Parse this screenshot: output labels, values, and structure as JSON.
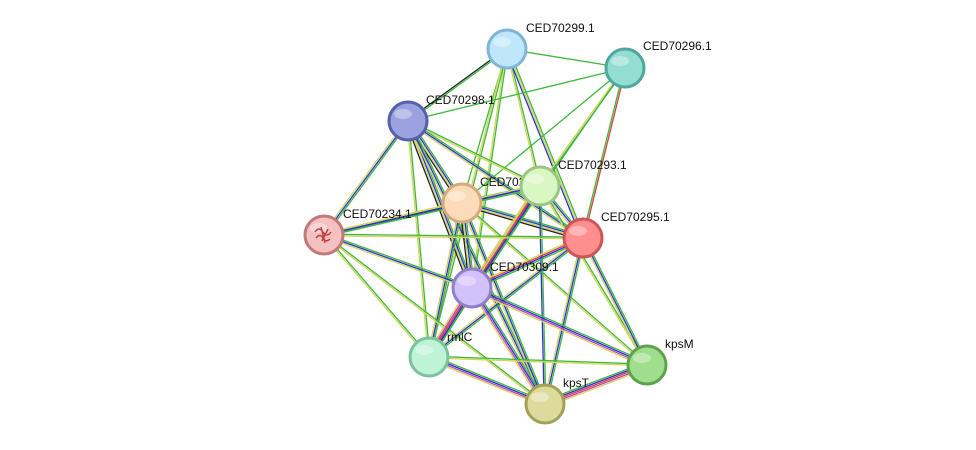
{
  "network": {
    "nodes": [
      {
        "id": "CED70299.1",
        "label": "CED70299.1",
        "color": "#bfe6fb",
        "stroke": "#7fb6d4"
      },
      {
        "id": "CED70296.1",
        "label": "CED70296.1",
        "color": "#93ddd3",
        "stroke": "#4ea89c"
      },
      {
        "id": "CED70298.1",
        "label": "CED70298.1",
        "color": "#9aa3e0",
        "stroke": "#5560a8"
      },
      {
        "id": "CED70293.1",
        "label": "CED70293.1",
        "color": "#d9f7c2",
        "stroke": "#9cc584"
      },
      {
        "id": "CED70297.1",
        "label": "CED70297.1",
        "color": "#fcdcb8",
        "stroke": "#d4aa7e"
      },
      {
        "id": "CED70234.1",
        "label": "CED70234.1",
        "color": "#f5c0c0",
        "stroke": "#c07a7a"
      },
      {
        "id": "CED70295.1",
        "label": "CED70295.1",
        "color": "#ff8f8f",
        "stroke": "#cc5555"
      },
      {
        "id": "CED70309.1",
        "label": "CED70309.1",
        "color": "#d3c1fb",
        "stroke": "#8f7fc8"
      },
      {
        "id": "rmlC",
        "label": "rmlC",
        "color": "#bff3d6",
        "stroke": "#7cc39c"
      },
      {
        "id": "kpsM",
        "label": "kpsM",
        "color": "#9ede8c",
        "stroke": "#5fa24e"
      },
      {
        "id": "kpsT",
        "label": "kpsT",
        "color": "#dcdb9b",
        "stroke": "#a3a157"
      }
    ],
    "edges": [
      {
        "source": "CED70299.1",
        "target": "CED70298.1",
        "colors": [
          "#3cb93c",
          "#222222"
        ]
      },
      {
        "source": "CED70299.1",
        "target": "CED70296.1",
        "colors": [
          "#3cb93c"
        ]
      },
      {
        "source": "CED70299.1",
        "target": "CED70297.1",
        "colors": [
          "#3cb93c"
        ]
      },
      {
        "source": "CED70299.1",
        "target": "CED70293.1",
        "colors": [
          "#3cb93c",
          "#d4d45a"
        ]
      },
      {
        "source": "CED70299.1",
        "target": "CED70309.1",
        "colors": [
          "#3cb93c",
          "#d4d45a"
        ]
      },
      {
        "source": "CED70299.1",
        "target": "CED70295.1",
        "colors": [
          "#3cb93c",
          "#d4d45a",
          "#2f2fd8"
        ]
      },
      {
        "source": "CED70299.1",
        "target": "rmlC",
        "colors": [
          "#3cb93c",
          "#d4d45a"
        ]
      },
      {
        "source": "CED70296.1",
        "target": "CED70298.1",
        "colors": [
          "#3cb93c"
        ]
      },
      {
        "source": "CED70296.1",
        "target": "CED70295.1",
        "colors": [
          "#e03c3c",
          "#3cb93c"
        ]
      },
      {
        "source": "CED70296.1",
        "target": "CED70297.1",
        "colors": [
          "#3cb93c"
        ]
      },
      {
        "source": "CED70296.1",
        "target": "CED70293.1",
        "colors": [
          "#3cb93c",
          "#d4d45a"
        ]
      },
      {
        "source": "CED70296.1",
        "target": "CED70309.1",
        "colors": [
          "#3cb93c"
        ]
      },
      {
        "source": "CED70298.1",
        "target": "CED70234.1",
        "colors": [
          "#3cb93c",
          "#2f2fd8",
          "#d4d45a"
        ]
      },
      {
        "source": "CED70298.1",
        "target": "CED70297.1",
        "colors": [
          "#3cb93c",
          "#2f2fd8",
          "#d4d45a",
          "#222222"
        ]
      },
      {
        "source": "CED70298.1",
        "target": "CED70293.1",
        "colors": [
          "#3cb93c",
          "#d4d45a"
        ]
      },
      {
        "source": "CED70298.1",
        "target": "CED70295.1",
        "colors": [
          "#3cb93c",
          "#2f2fd8",
          "#d4d45a"
        ]
      },
      {
        "source": "CED70298.1",
        "target": "CED70309.1",
        "colors": [
          "#3cb93c",
          "#2f2fd8",
          "#d4d45a",
          "#222222"
        ]
      },
      {
        "source": "CED70298.1",
        "target": "rmlC",
        "colors": [
          "#3cb93c",
          "#d4d45a"
        ]
      },
      {
        "source": "CED70298.1",
        "target": "kpsT",
        "colors": [
          "#3cb93c",
          "#2f2fd8",
          "#d4d45a"
        ]
      },
      {
        "source": "CED70297.1",
        "target": "CED70234.1",
        "colors": [
          "#3cb93c",
          "#222222",
          "#d4d45a"
        ]
      },
      {
        "source": "CED70297.1",
        "target": "CED70293.1",
        "colors": [
          "#3cb93c",
          "#2f2fd8",
          "#d4d45a"
        ]
      },
      {
        "source": "CED70297.1",
        "target": "CED70295.1",
        "colors": [
          "#3cb93c",
          "#2f2fd8",
          "#d4d45a",
          "#222222"
        ]
      },
      {
        "source": "CED70297.1",
        "target": "CED70309.1",
        "colors": [
          "#3cb93c",
          "#2f2fd8",
          "#d4d45a",
          "#222222"
        ]
      },
      {
        "source": "CED70297.1",
        "target": "rmlC",
        "colors": [
          "#3cb93c",
          "#2f2fd8",
          "#d4d45a"
        ]
      },
      {
        "source": "CED70297.1",
        "target": "kpsT",
        "colors": [
          "#3cb93c",
          "#2f2fd8",
          "#d4d45a"
        ]
      },
      {
        "source": "CED70297.1",
        "target": "kpsM",
        "colors": [
          "#3cb93c",
          "#d4d45a"
        ]
      },
      {
        "source": "CED70293.1",
        "target": "CED70234.1",
        "colors": [
          "#3cb93c",
          "#2f2fd8",
          "#d4d45a"
        ]
      },
      {
        "source": "CED70293.1",
        "target": "CED70295.1",
        "colors": [
          "#3cb93c",
          "#2f2fd8",
          "#d4d45a"
        ]
      },
      {
        "source": "CED70293.1",
        "target": "CED70309.1",
        "colors": [
          "#3cb93c",
          "#2f2fd8",
          "#e03c3c",
          "#c044c0",
          "#d4d45a"
        ]
      },
      {
        "source": "CED70293.1",
        "target": "rmlC",
        "colors": [
          "#3cb93c",
          "#2f2fd8",
          "#e03c3c",
          "#d4d45a"
        ]
      },
      {
        "source": "CED70293.1",
        "target": "kpsT",
        "colors": [
          "#3cb93c",
          "#2f2fd8"
        ]
      },
      {
        "source": "CED70293.1",
        "target": "kpsM",
        "colors": [
          "#3cb93c",
          "#d4d45a"
        ]
      },
      {
        "source": "CED70234.1",
        "target": "CED70295.1",
        "colors": [
          "#3cb93c",
          "#d4d45a"
        ]
      },
      {
        "source": "CED70234.1",
        "target": "CED70309.1",
        "colors": [
          "#3cb93c",
          "#2f2fd8",
          "#d4d45a"
        ]
      },
      {
        "source": "CED70234.1",
        "target": "rmlC",
        "colors": [
          "#3cb93c",
          "#d4d45a"
        ]
      },
      {
        "source": "CED70234.1",
        "target": "kpsT",
        "colors": [
          "#3cb93c",
          "#d4d45a"
        ]
      },
      {
        "source": "CED70295.1",
        "target": "CED70309.1",
        "colors": [
          "#3cb93c",
          "#2f2fd8",
          "#e03c3c",
          "#d4d45a"
        ]
      },
      {
        "source": "CED70295.1",
        "target": "rmlC",
        "colors": [
          "#3cb93c",
          "#2f2fd8",
          "#d4d45a"
        ]
      },
      {
        "source": "CED70295.1",
        "target": "kpsT",
        "colors": [
          "#3cb93c",
          "#2f2fd8",
          "#d4d45a"
        ]
      },
      {
        "source": "CED70295.1",
        "target": "kpsM",
        "colors": [
          "#3cb93c",
          "#2f2fd8",
          "#d4d45a"
        ]
      },
      {
        "source": "CED70309.1",
        "target": "rmlC",
        "colors": [
          "#3cb93c",
          "#2f2fd8",
          "#e03c3c",
          "#c044c0",
          "#d4d45a"
        ]
      },
      {
        "source": "CED70309.1",
        "target": "kpsT",
        "colors": [
          "#3cb93c",
          "#2f2fd8",
          "#c044c0",
          "#d4d45a"
        ]
      },
      {
        "source": "CED70309.1",
        "target": "kpsM",
        "colors": [
          "#3cb93c",
          "#2f2fd8",
          "#c044c0",
          "#d4d45a"
        ]
      },
      {
        "source": "rmlC",
        "target": "kpsT",
        "colors": [
          "#3cb93c",
          "#2f2fd8",
          "#c044c0",
          "#d4d45a"
        ]
      },
      {
        "source": "rmlC",
        "target": "kpsM",
        "colors": [
          "#3cb93c",
          "#d4d45a"
        ]
      },
      {
        "source": "kpsT",
        "target": "kpsM",
        "colors": [
          "#3cb93c",
          "#2f2fd8",
          "#e03c3c",
          "#c044c0",
          "#d4d45a"
        ]
      }
    ]
  }
}
